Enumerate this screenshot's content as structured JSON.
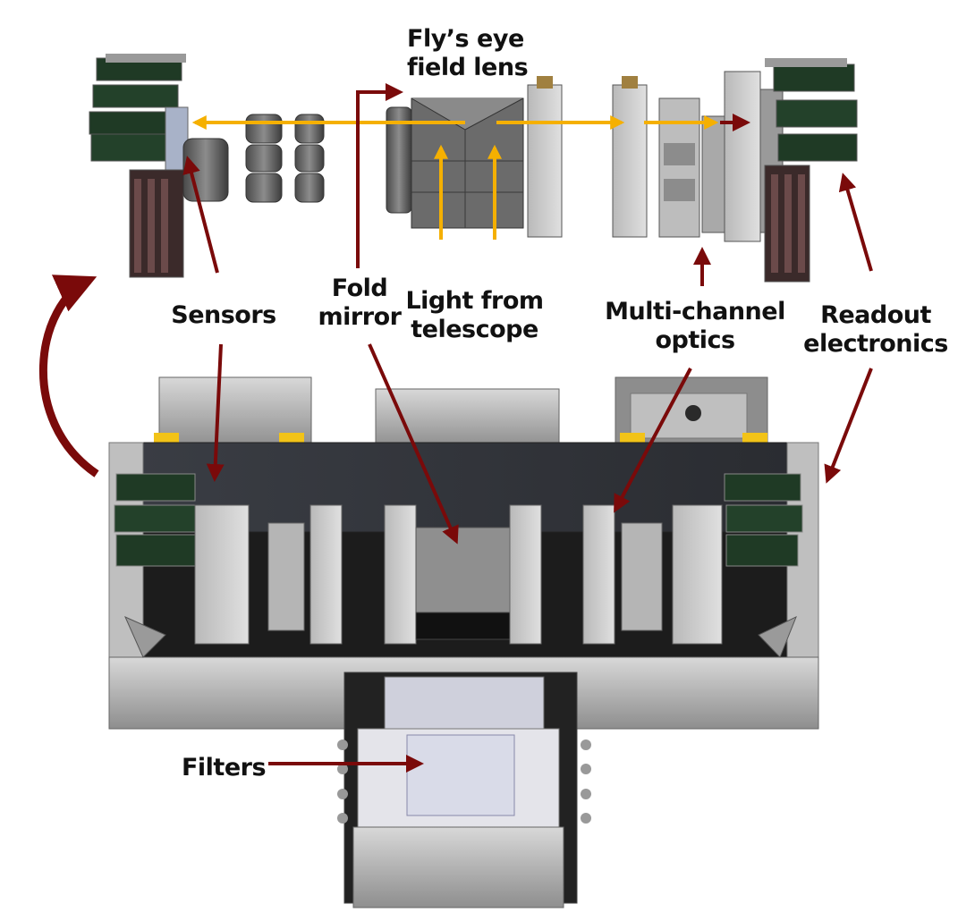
{
  "labels": {
    "flys_eye_line1": "Fly’s eye",
    "flys_eye_line2": "field lens",
    "fold_line1": "Fold",
    "fold_line2": "mirror",
    "light_line1": "Light from",
    "light_line2": "telescope",
    "multi_line1": "Multi-channel",
    "multi_line2": "optics",
    "readout_line1": "Readout",
    "readout_line2": "electronics",
    "sensors": "Sensors",
    "filters": "Filters"
  },
  "colors": {
    "light_path": "#f5b000",
    "callout_arrow": "#7a0a0a",
    "metal_light": "#c9c9c9",
    "metal_mid": "#9a9a9a",
    "metal_dark": "#5c5c5c",
    "board_green": "#1f3a25",
    "yellow_pad": "#f2c318",
    "bench_black": "#1c1c1c",
    "filter_glass": "#d9dbe8"
  }
}
